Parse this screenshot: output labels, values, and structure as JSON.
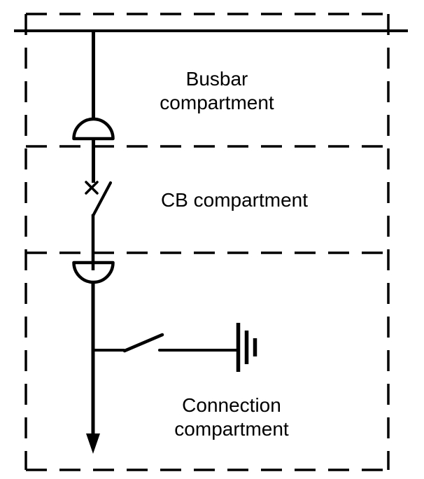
{
  "page": {
    "background_color": "#ffffff",
    "ink_color": "#000000"
  },
  "diagram": {
    "labels": {
      "busbar_compartment": "Busbar\ncompartment",
      "cb_compartment": "CB compartment",
      "connection_compartment": "Connection\ncompartment"
    },
    "symbols": [
      "busbar",
      "isolating-contact-upper",
      "circuit-breaker",
      "isolating-contact-lower",
      "earthing-switch",
      "earth",
      "outgoing-feeder-arrow"
    ]
  }
}
